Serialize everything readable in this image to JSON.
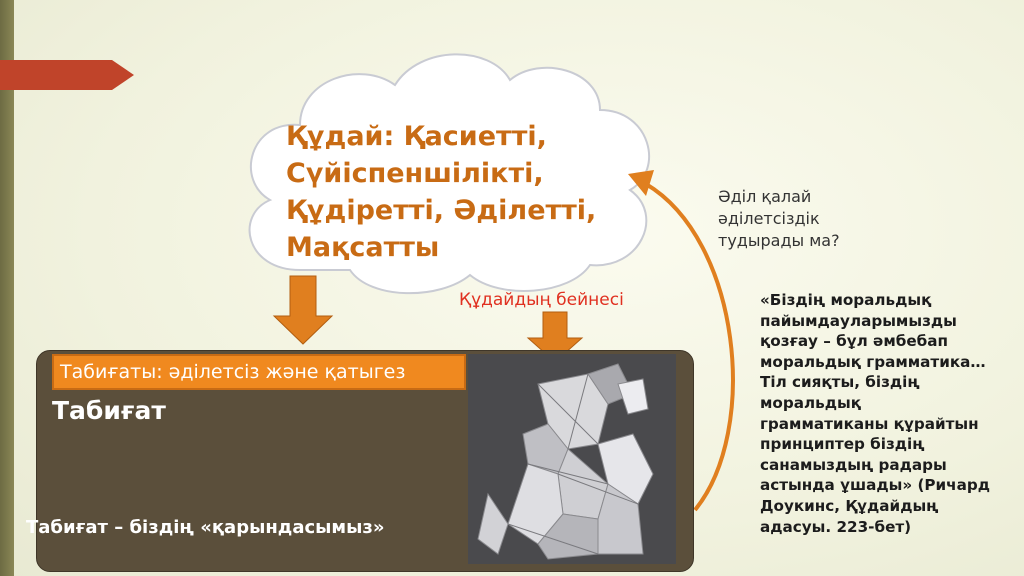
{
  "cloud": {
    "lines": [
      "Құдай: Қасиетті,",
      "Сүйіспеншілікті,",
      "Құдіретті, Әділетті,",
      "Мақсатты"
    ]
  },
  "god_image_label": "Құдайдың бейнесі",
  "question": {
    "lines": [
      "Әділ қалай",
      "әділетсіздік",
      "тудырады ма?"
    ]
  },
  "nature": {
    "label": "Табиғаты: әділетсіз және қатыгез",
    "title": "Табиғат",
    "caption": "Табиғат – біздің «қарындасымыз»"
  },
  "quote": {
    "lines": [
      "«Біздің моральдық",
      "пайымдауларымызды",
      "қозғау – бұл әмбебап",
      "моральдық грамматика…",
      "Тіл сияқты, біздің",
      "моральдық",
      "грамматиканы құрайтын",
      "принциптер біздің",
      "санамыздың радары",
      "астында ұшады» (Ричард",
      "Доукинс, Құдайдың",
      "адасуы. 223-бет)"
    ]
  },
  "colors": {
    "cloud_text": "#c86b14",
    "arrow_orange": "#e07f1f",
    "nature_box": "#5b4f3b",
    "red_accent": "#c0442a"
  }
}
